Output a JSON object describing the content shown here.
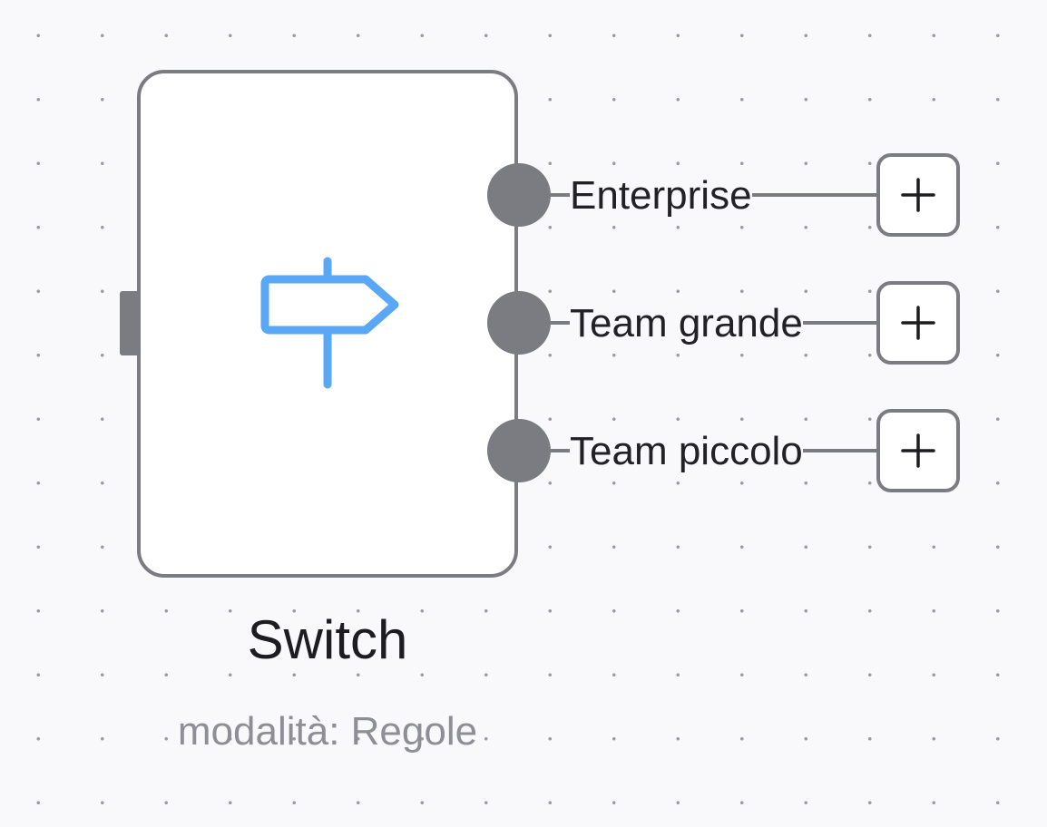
{
  "node": {
    "title": "Switch",
    "subtitle": "modalità: Regole",
    "icon": "signpost-icon",
    "icon_color": "#5aa8f5",
    "outputs": [
      {
        "label": "Enterprise",
        "add_icon": "plus-icon"
      },
      {
        "label": "Team grande",
        "add_icon": "plus-icon"
      },
      {
        "label": "Team piccolo",
        "add_icon": "plus-icon"
      }
    ]
  },
  "colors": {
    "border": "#7b7b82",
    "background": "#f9f9fb",
    "node_fill": "#ffffff"
  }
}
